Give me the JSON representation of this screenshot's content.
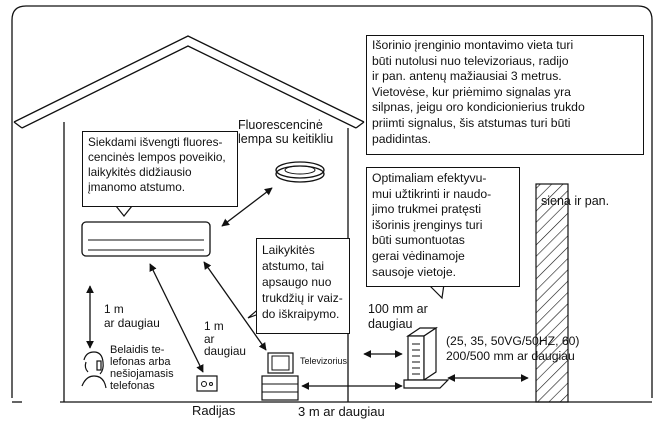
{
  "notes": {
    "outdoor_unit_distance": "Išorinio įrenginio montavimo vieta turi\nbūti nutolusi nuo televizoriaus, radijo\nir pan. antenų mažiausiai 3 metrus.\nVietovėse, kur priėmimo signalas yra\nsilpnas, jeigu oro kondicionierius trukdo\npriimti signalus, šis atstumas turi būti\npadidintas.",
    "fluorescent_lamp_advice": "Siekdami išvengti fluores-\ncencinės lempos poveikio,\nlaikykitės didžiausio\nįmanomo atstumo.",
    "interference_advice": "Laikykitės\natstumo, tai\napsaugo nuo\ntrukdžių ir vaiz-\ndo iškraipymo.",
    "ventilation_advice": "Optimaliam efektyvu-\nmui užtikrinti ir naudo-\njimo trukmei pratęsti\nišorinis įrenginys turi\nbūti sumontuotas\ngerai vėdinamoje\nsausoje vietoje."
  },
  "labels": {
    "fluorescent_lamp": "Fluorescencinė\nlempa su keitikliu",
    "wall": "siena ir pan.",
    "one_m_left": "1 m\nar daugiau",
    "one_m_diag": "1 m\nar\ndaugiau",
    "cordless_phone": "Belaidis te-\nlefonas arba\nnešiojamasis\ntelefonas",
    "radio": "Radijas",
    "tv_small": "Televizorius",
    "three_m": "3 m ar daugiau",
    "hundred_mm": "100 mm ar\ndaugiau",
    "models_clearance": "(25, 35, 50VG/50HZ, 60)\n200/500 mm ar daugiau"
  },
  "colors": {
    "line": "#111111",
    "background": "#ffffff"
  }
}
